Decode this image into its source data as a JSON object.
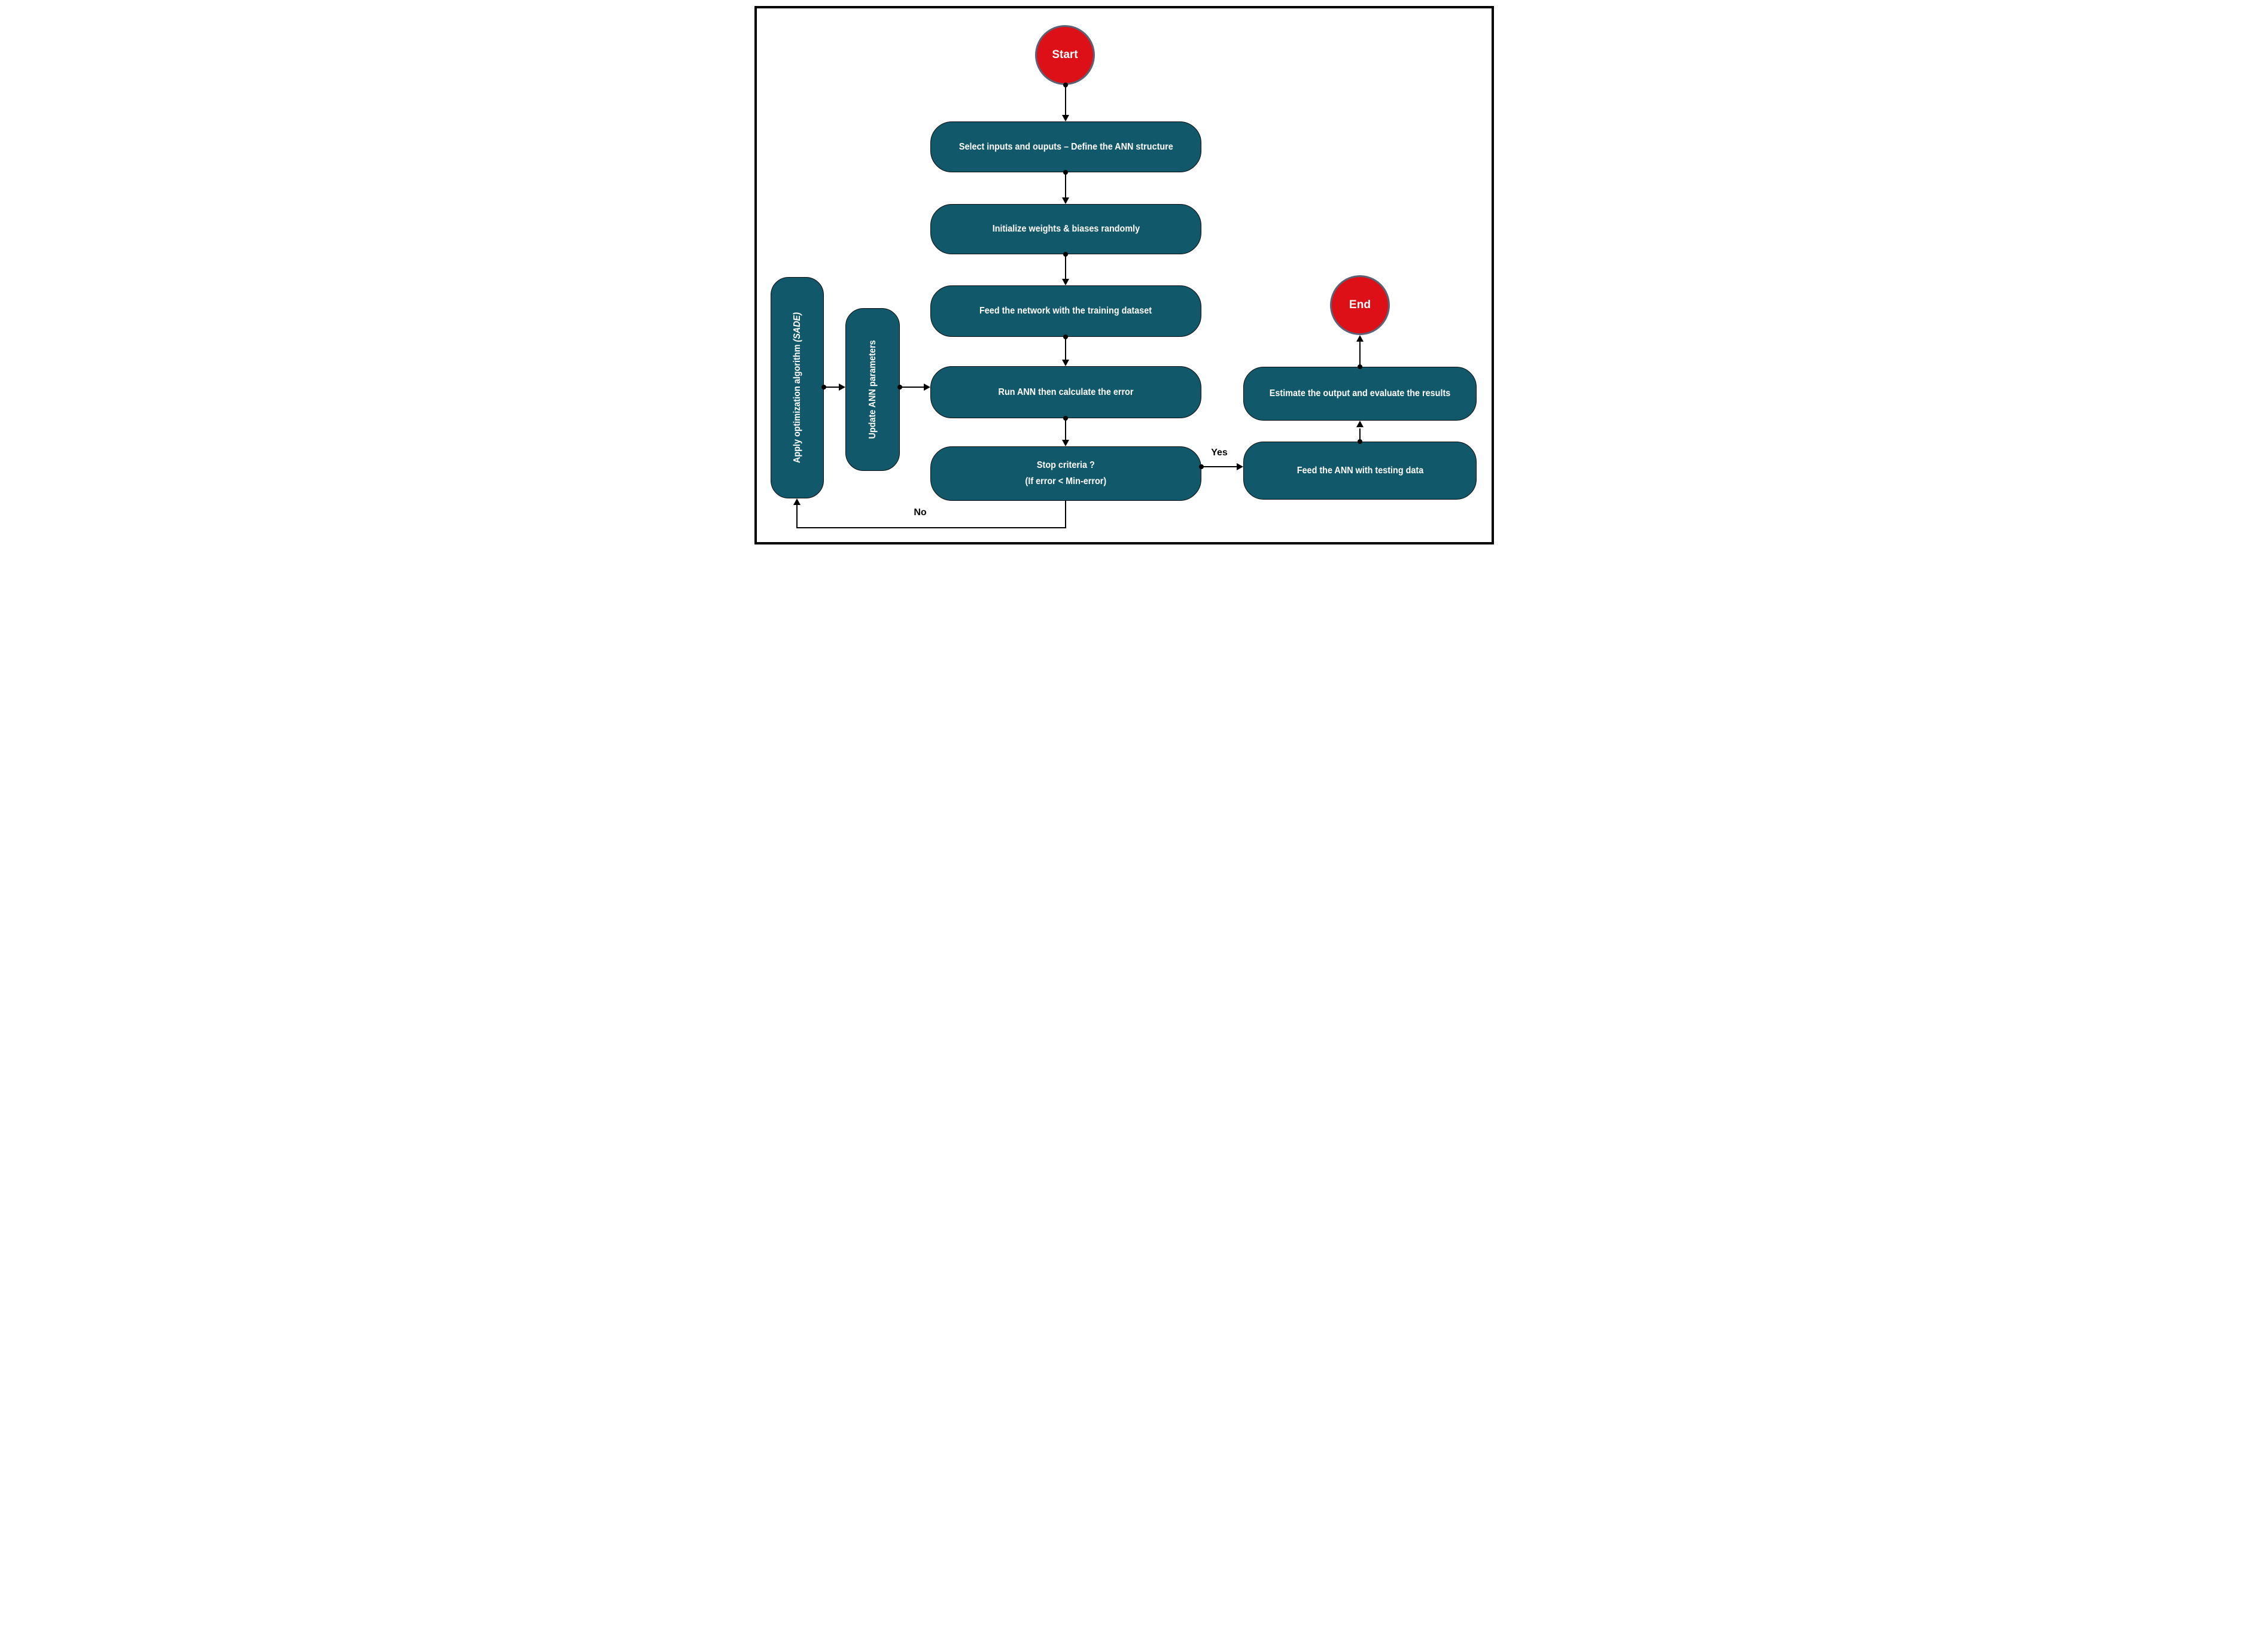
{
  "flowchart": {
    "terminals": {
      "start": "Start",
      "end": "End"
    },
    "steps": {
      "select_io": "Select inputs and ouputs – Define the ANN structure",
      "init_weights": "Initialize weights & biases randomly",
      "feed_training": "Feed the network with the training dataset",
      "run_ann": "Run ANN then calculate the error",
      "stop_criteria_line1": "Stop criteria ?",
      "stop_criteria_line2": "(If error < Min-error)",
      "apply_optimization_prefix": "Apply optimization algorithm ",
      "apply_optimization_em": "(SADE)",
      "update_params": "Update ANN parameters",
      "feed_testing": "Feed the ANN with testing data",
      "estimate_output": "Estimate the output and evaluate the results"
    },
    "branch_labels": {
      "yes": "Yes",
      "no": "No"
    },
    "colors": {
      "process_fill": "#11586B",
      "terminal_fill": "#DC1016",
      "terminal_border": "#5A6375",
      "connector": "#000000",
      "text": "#FFFFFF"
    }
  }
}
